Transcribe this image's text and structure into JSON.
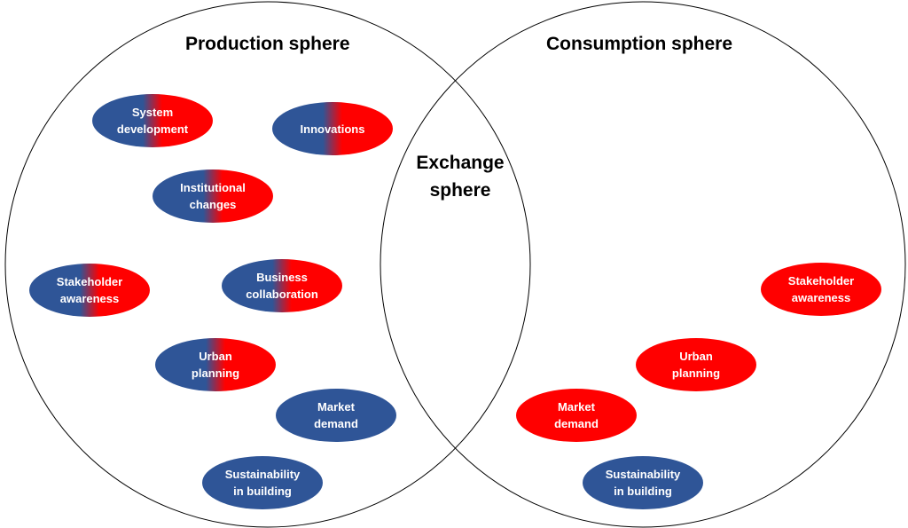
{
  "spheres": {
    "production": {
      "title": "Production sphere"
    },
    "consumption": {
      "title": "Consumption sphere"
    },
    "exchange": {
      "line1": "Exchange",
      "line2": "sphere"
    }
  },
  "colors": {
    "blue": "#2f5597",
    "red": "#ff0000",
    "outline": "#000000"
  },
  "production_nodes": [
    {
      "line1": "System",
      "line2": "development",
      "fill": "blue-red"
    },
    {
      "line1": "Innovations",
      "line2": "",
      "fill": "blue-red"
    },
    {
      "line1": "Institutional",
      "line2": "changes",
      "fill": "blue-red"
    },
    {
      "line1": "Stakeholder",
      "line2": "awareness",
      "fill": "blue-red"
    },
    {
      "line1": "Business",
      "line2": "collaboration",
      "fill": "blue-red"
    },
    {
      "line1": "Urban",
      "line2": "planning",
      "fill": "blue-red"
    },
    {
      "line1": "Market",
      "line2": "demand",
      "fill": "blue"
    },
    {
      "line1": "Sustainability",
      "line2": "in building",
      "fill": "blue"
    }
  ],
  "consumption_nodes": [
    {
      "line1": "Stakeholder",
      "line2": "awareness",
      "fill": "red"
    },
    {
      "line1": "Urban",
      "line2": "planning",
      "fill": "red"
    },
    {
      "line1": "Market",
      "line2": "demand",
      "fill": "red"
    },
    {
      "line1": "Sustainability",
      "line2": "in building",
      "fill": "blue"
    }
  ]
}
